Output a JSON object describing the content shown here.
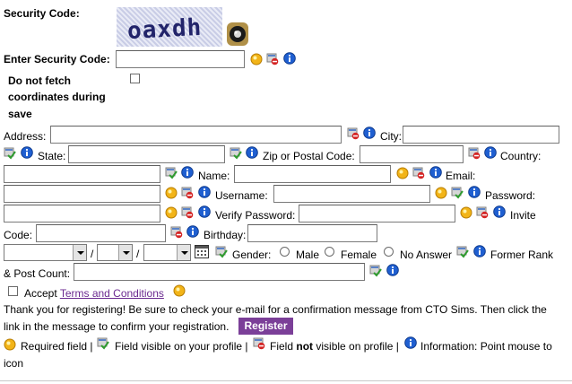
{
  "security": {
    "code_label": "Security Code:",
    "captcha_text": "oaxdh",
    "enter_label": "Enter Security Code:",
    "enter_value": ""
  },
  "coords": {
    "line1": "Do not fetch",
    "line2": "coordinates during",
    "line3": "save"
  },
  "fields": {
    "address": "Address:",
    "city": "City:",
    "state": "State:",
    "zip": "Zip or Postal Code:",
    "country": "Country:",
    "name": "Name:",
    "email": "Email:",
    "username": "Username:",
    "password": "Password:",
    "verify_password": "Verify Password:",
    "invite": "Invite",
    "code": "Code:",
    "birthday": "Birthday:",
    "gender": "Gender:",
    "gender_options": [
      "Male",
      "Female",
      "No Answer"
    ],
    "former_rank_1": "Former Rank",
    "former_rank_2": "& Post Count:"
  },
  "accept": {
    "prefix": "Accept",
    "link": "Terms and Conditions"
  },
  "thanks": {
    "line1": "Thank you for registering! Be sure to check your e-mail for a confirmation message from CTO Sims. Then click the",
    "line2": "link in the message to confirm your registration."
  },
  "register_label": "Register",
  "legend": {
    "required": "Required field |",
    "visible": "Field visible on your profile |",
    "not_prefix": "Field",
    "not_bold": "not",
    "not_suffix": "visible on profile |",
    "info": "Information: Point mouse to",
    "info2": "icon"
  },
  "colors": {
    "required": "#f2b418",
    "visible": "#4caf50",
    "hidden": "#d42424",
    "info": "#1f5fd1",
    "button": "#7b3f98",
    "link": "#6b2a90"
  }
}
